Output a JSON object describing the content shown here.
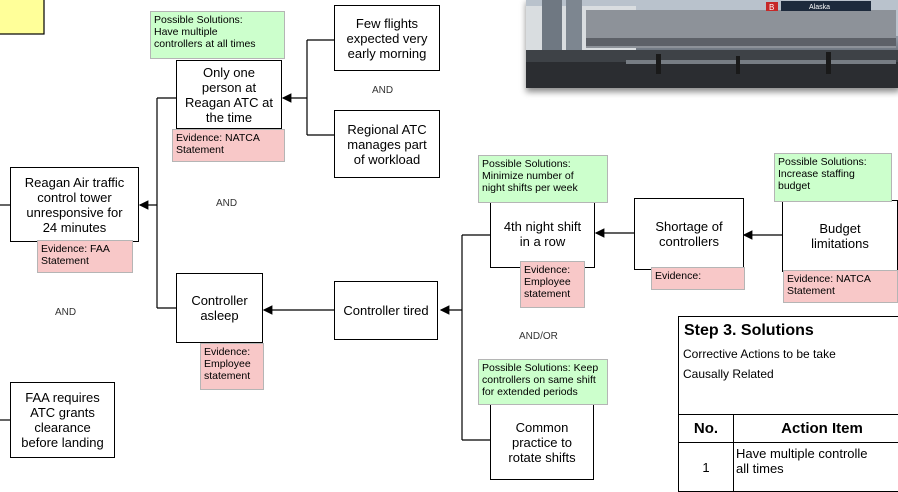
{
  "diagram": {
    "top_left_box": "",
    "nodes": {
      "reagan_atc": "Reagan Air traffic\ncontrol tower\nunresponsive for\n24 minutes",
      "only_one_person": "Only one\nperson at\nReagan ATC at\nthe time",
      "few_flights": "Few flights\nexpected very\nearly morning",
      "regional_atc": "Regional ATC\nmanages part\nof workload",
      "controller_asleep": "Controller\nasleep",
      "controller_tired": "Controller tired",
      "fourth_night_shift": "4th night shift\nin a row",
      "shortage": "Shortage of\ncontrollers",
      "budget": "Budget\nlimitations",
      "common_practice": "Common\npractice to\nrotate shifts",
      "faa_requires": "FAA requires\nATC grants\nclearance\nbefore landing"
    },
    "solutions": {
      "multiple_controllers": "Possible Solutions:\nHave multiple\ncontrollers at all times",
      "minimize_shifts": "Possible Solutions:\nMinimize number of\nnight shifts per week",
      "increase_staffing": "Possible Solutions:\nIncrease staffing\nbudget",
      "keep_same_shift": "Possible Solutions: Keep\ncontrollers on same shift\nfor extended periods"
    },
    "evidence": {
      "natca_1": "Evidence: NATCA\nStatement",
      "faa": "Evidence:  FAA\nStatement",
      "employee_1": "Evidence:\nEmployee\nstatement",
      "employee_2": "Evidence:\nEmployee\nstatement",
      "blank": "Evidence:",
      "natca_2": "Evidence: NATCA\nStatement"
    },
    "connectors": {
      "and_top": "AND",
      "and_mid": "AND",
      "and_left": "AND",
      "and_or": "AND/OR"
    }
  },
  "photo": {
    "signs": [
      "B",
      "Alaska"
    ]
  },
  "step3": {
    "title": "Step 3. Solutions",
    "subtitle": "Corrective Actions to be take\nCausally Related",
    "headers": [
      "No.",
      "Action Item"
    ],
    "rows": [
      {
        "no": "1",
        "action": "Have multiple controlle\nall times"
      }
    ]
  },
  "colors": {
    "solution_bg": "#ccffcc",
    "evidence_bg": "#f8c8c8"
  }
}
